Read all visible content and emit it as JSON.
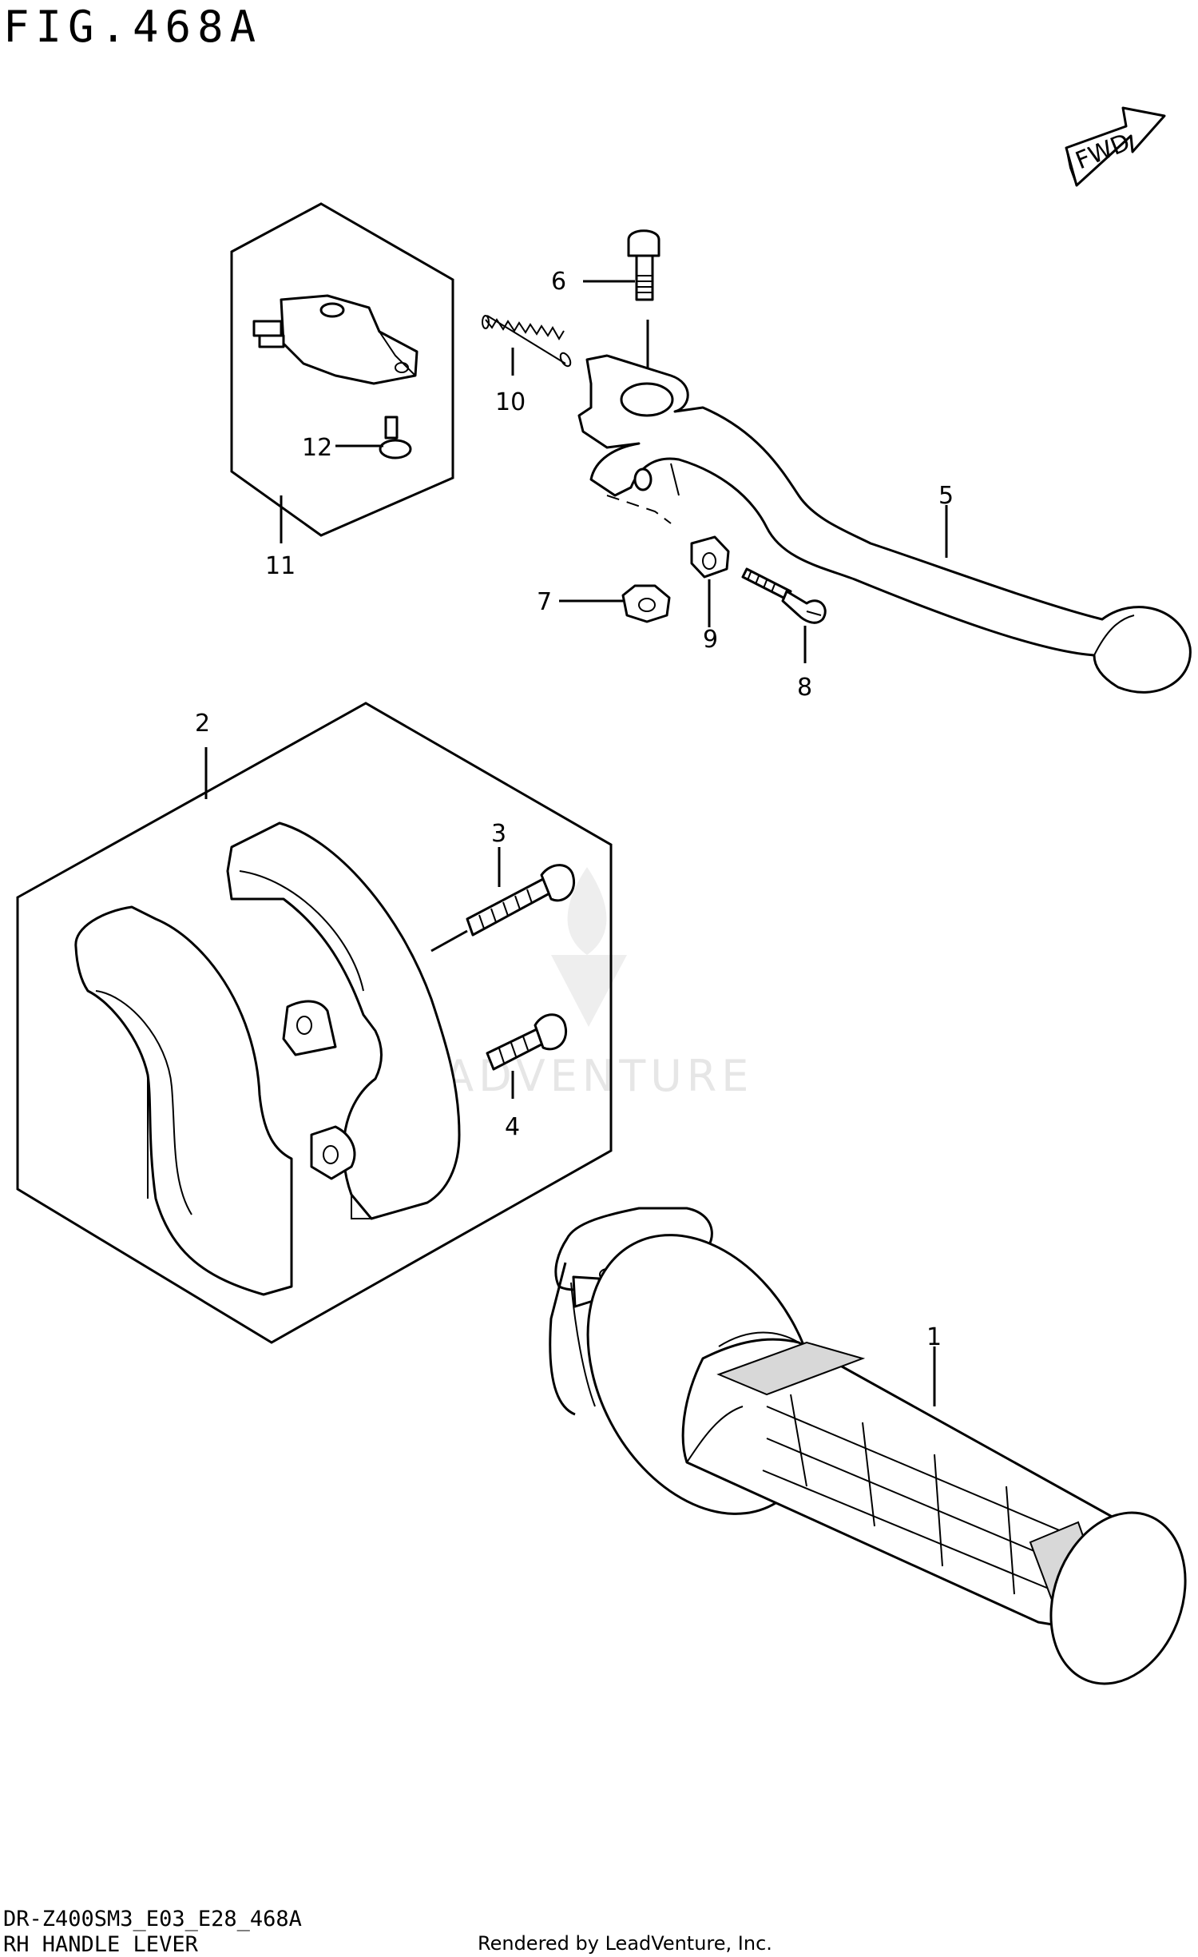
{
  "figure_title": "FIG.468A",
  "fwd_label": "FWD",
  "watermark": "LEADVENTURE",
  "model_code": "DR-Z400SM3_E03_E28_468A",
  "subtitle": "RH HANDLE LEVER",
  "credit": "Rendered by LeadVenture, Inc.",
  "callouts": {
    "c1": "1",
    "c2": "2",
    "c3": "3",
    "c4": "4",
    "c5": "5",
    "c6": "6",
    "c7": "7",
    "c8": "8",
    "c9": "9",
    "c10": "10",
    "c11": "11",
    "c12": "12"
  }
}
